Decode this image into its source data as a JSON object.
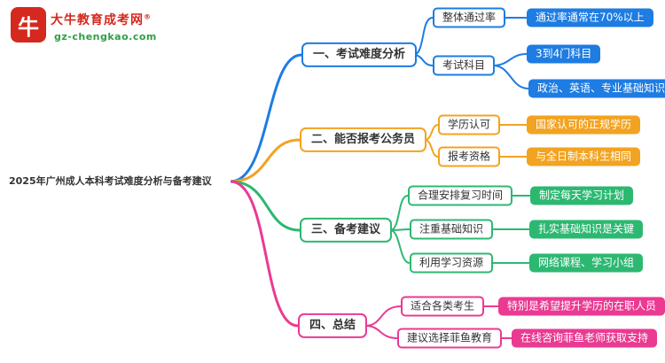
{
  "logo": {
    "icon_char": "牛",
    "brand": "大牛教育成考网",
    "reg_mark": "®",
    "domain": "gz-chengkao.com"
  },
  "root": {
    "label": "2025年广州成人本科考试难度分析与备考建议"
  },
  "colors": {
    "blue": "#1e7ce2",
    "orange": "#f2a321",
    "green": "#2db872",
    "pink": "#ea3a92",
    "brand_red": "#d5281e",
    "brand_green": "#2f9e44",
    "text": "#333333"
  },
  "branches": [
    {
      "label": "一、考试难度分析",
      "color": "#1e7ce2",
      "children": [
        {
          "label": "整体通过率",
          "leaves": [
            "通过率通常在70%以上"
          ]
        },
        {
          "label": "考试科目",
          "leaves": [
            "3到4门科目",
            "政治、英语、专业基础知识"
          ]
        }
      ]
    },
    {
      "label": "二、能否报考公务员",
      "color": "#f2a321",
      "children": [
        {
          "label": "学历认可",
          "leaves": [
            "国家认可的正规学历"
          ]
        },
        {
          "label": "报考资格",
          "leaves": [
            "与全日制本科生相同"
          ]
        }
      ]
    },
    {
      "label": "三、备考建议",
      "color": "#2db872",
      "children": [
        {
          "label": "合理安排复习时间",
          "leaves": [
            "制定每天学习计划"
          ]
        },
        {
          "label": "注重基础知识",
          "leaves": [
            "扎实基础知识是关键"
          ]
        },
        {
          "label": "利用学习资源",
          "leaves": [
            "网络课程、学习小组"
          ]
        }
      ]
    },
    {
      "label": "四、总结",
      "color": "#ea3a92",
      "children": [
        {
          "label": "适合各类考生",
          "leaves": [
            "特别是希望提升学历的在职人员"
          ]
        },
        {
          "label": "建议选择菲鱼教育",
          "leaves": [
            "在线咨询菲鱼老师获取支持"
          ]
        }
      ]
    }
  ]
}
